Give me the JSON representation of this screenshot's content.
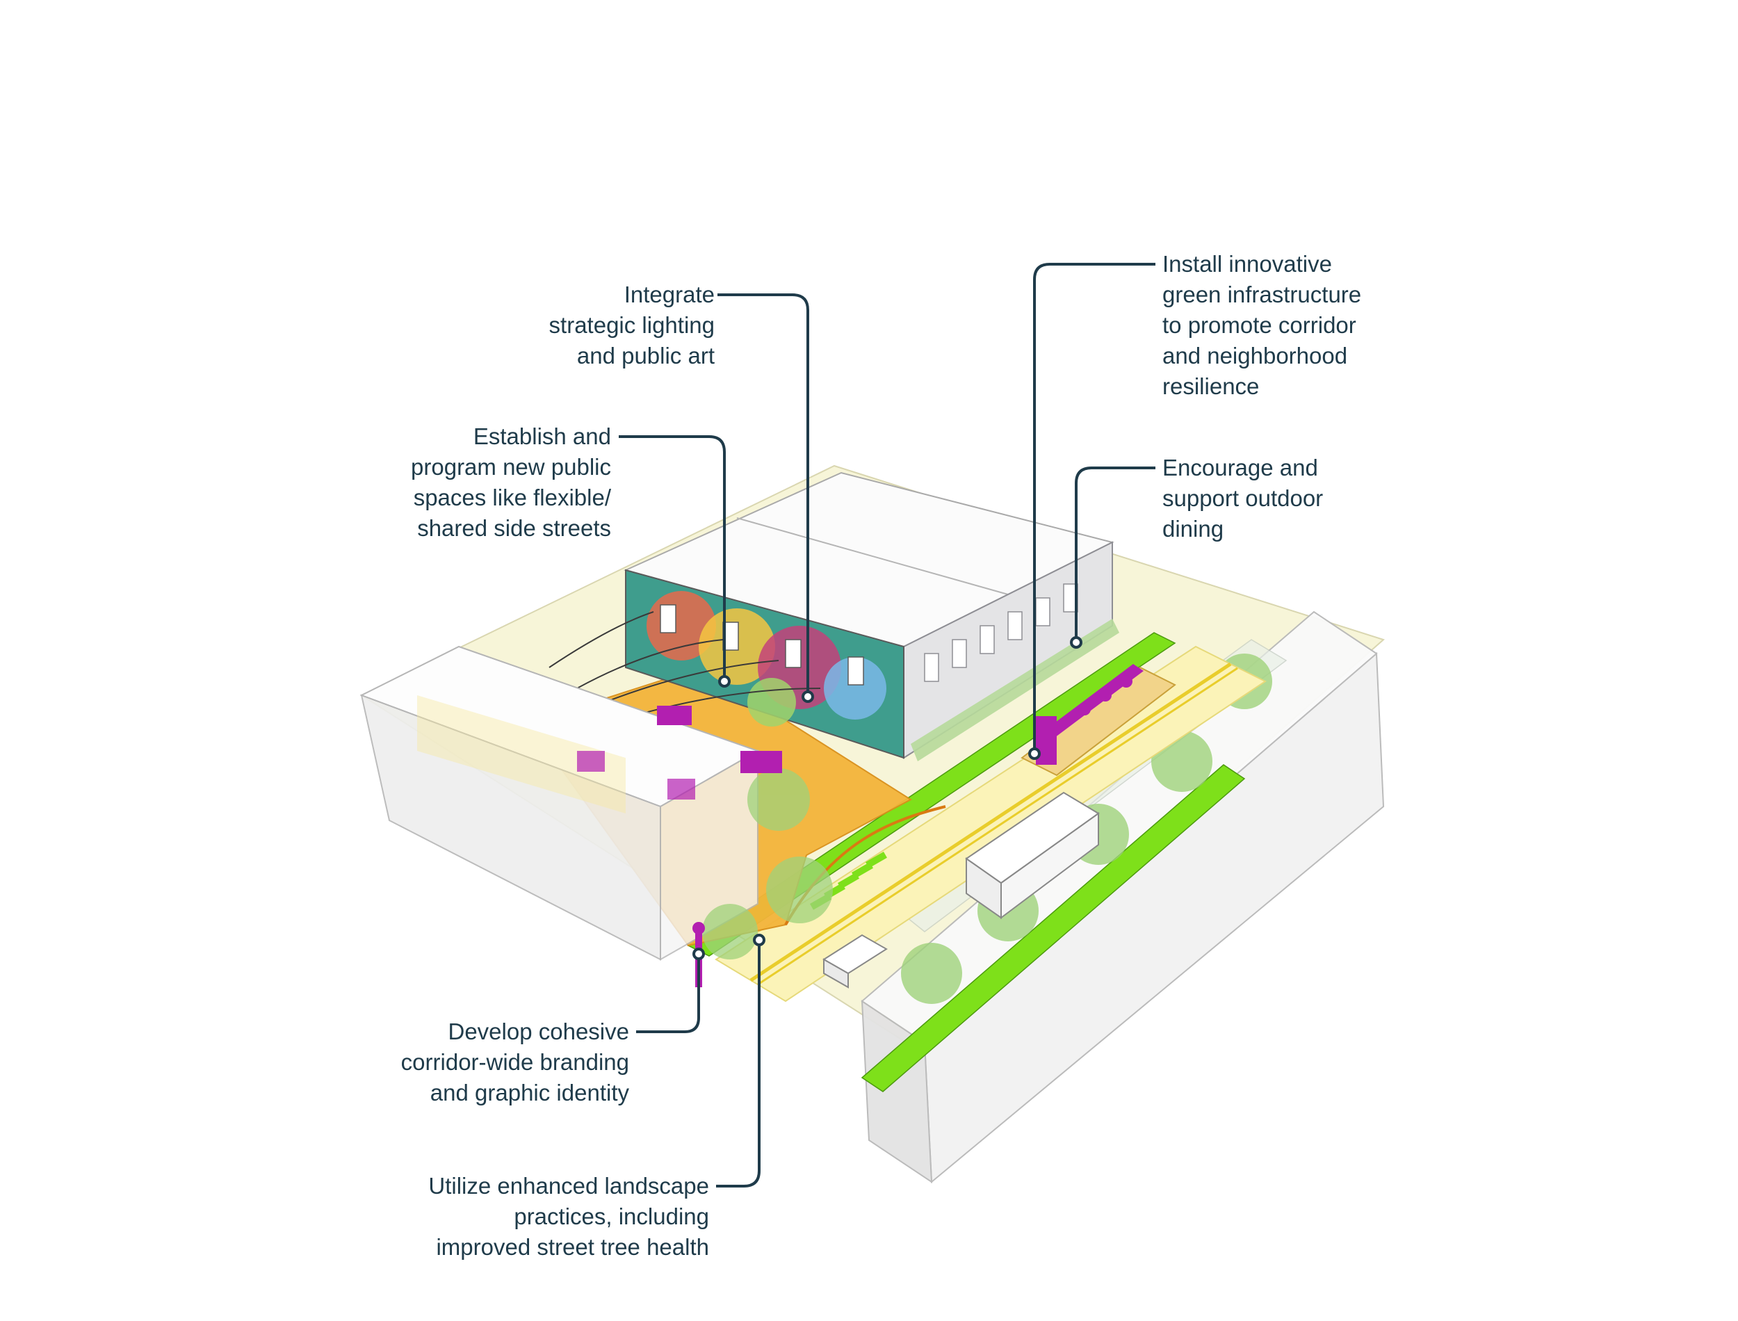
{
  "callouts": [
    {
      "id": "lighting",
      "lines": [
        "Integrate",
        "strategic lighting",
        "and public art"
      ]
    },
    {
      "id": "public-spaces",
      "lines": [
        "Establish and",
        "program new public",
        "spaces like flexible/",
        "shared side streets"
      ]
    },
    {
      "id": "green-infrastructure",
      "lines": [
        "Install innovative",
        "green infrastructure",
        "to promote corridor",
        "and neighborhood",
        "resilience"
      ]
    },
    {
      "id": "outdoor-dining",
      "lines": [
        "Encourage and",
        "support outdoor",
        "dining"
      ]
    },
    {
      "id": "branding",
      "lines": [
        "Develop cohesive",
        "corridor-wide branding",
        "and graphic identity"
      ]
    },
    {
      "id": "landscape",
      "lines": [
        "Utilize enhanced landscape",
        "practices, including",
        "improved street tree health"
      ]
    }
  ],
  "colors": {
    "leader_line": "#1f3b4a",
    "text": "#1f3b4a",
    "accent_magenta": "#b21fb0",
    "accent_green": "#7ee01a",
    "plaza_orange": "#f3b43a",
    "road_cream": "#fbf3b8"
  }
}
